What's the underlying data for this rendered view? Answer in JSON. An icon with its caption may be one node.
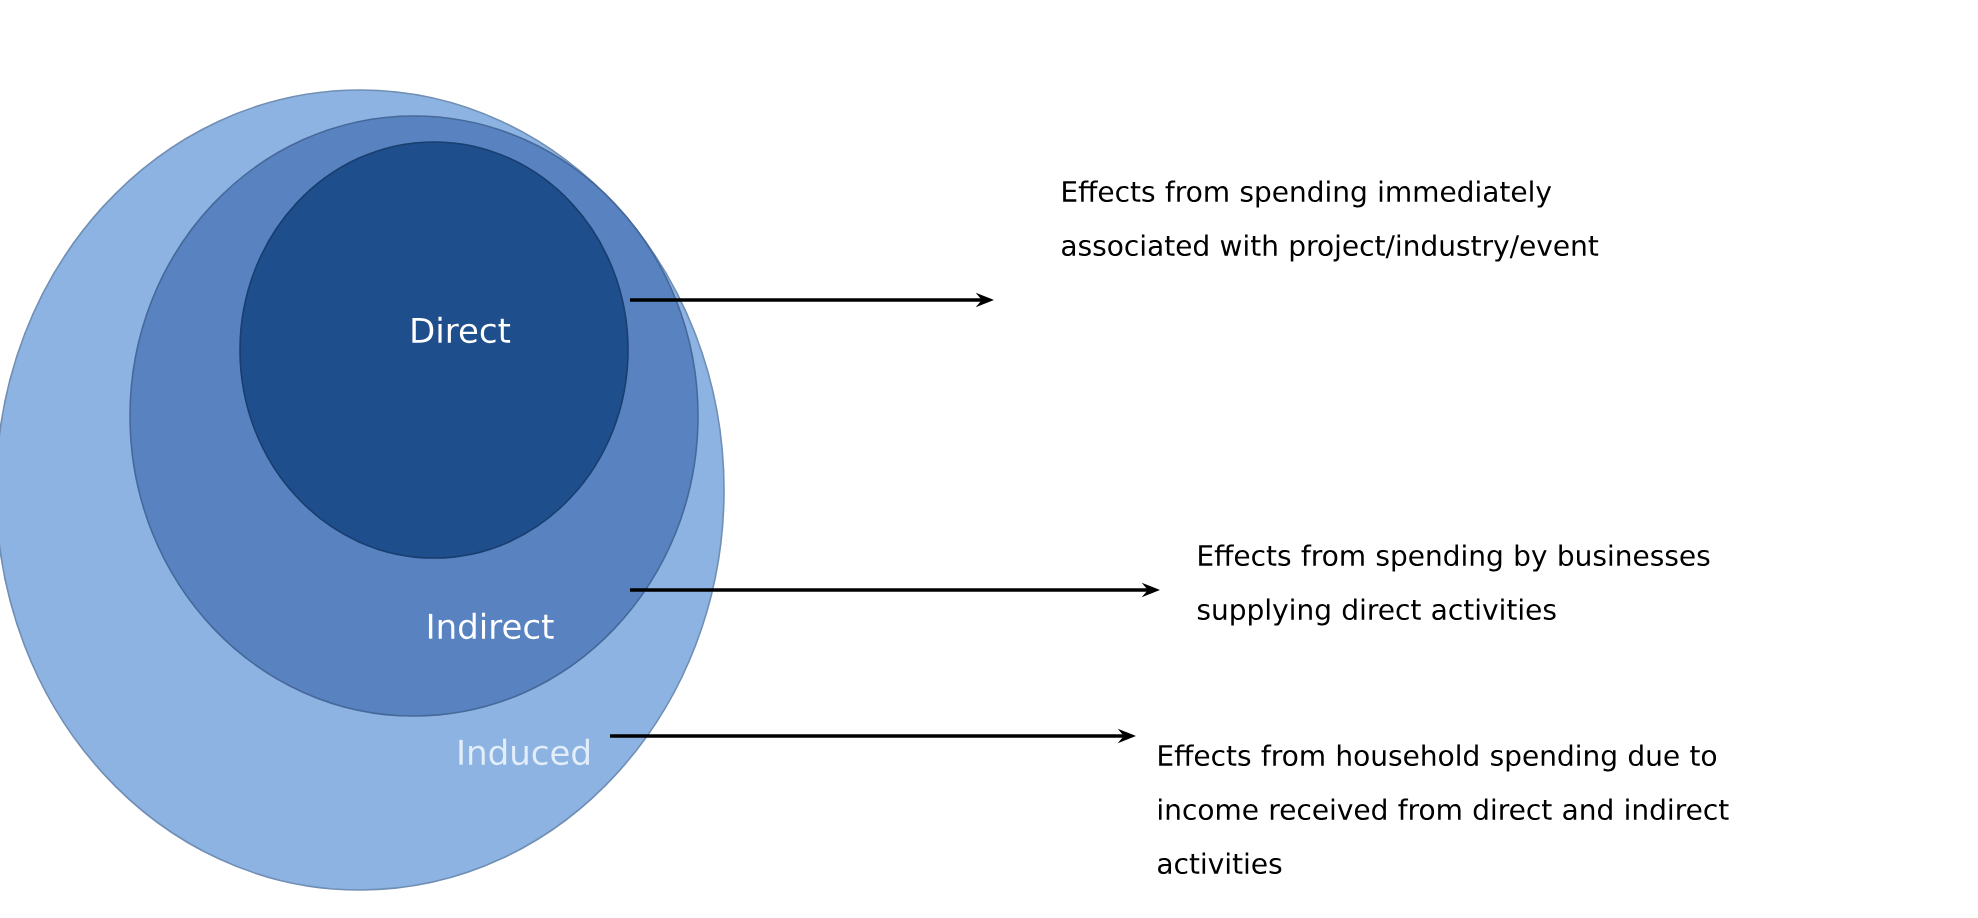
{
  "diagram": {
    "nodes": [
      {
        "text": [
          "Induced"
        ]
      },
      {
        "text": [
          "Indirect"
        ],
        "in": 0
      },
      {
        "text": [
          "Direct"
        ],
        "in": 1
      },
      {
        "text": [
          "Effects from spending immediately associated with project/industry/event"
        ]
      },
      {
        "text": [
          "Effects from spending by businesses supplying direct activities"
        ]
      },
      {
        "text": [
          "Effects from household spending due to income received from direct and indirect activities"
        ]
      }
    ],
    "edges": [
      {
        "from": 2,
        "to": 3,
        "arrow": "to"
      },
      {
        "from": 1,
        "to": 4,
        "arrow": "to"
      },
      {
        "from": 0,
        "to": 5,
        "arrow": "to"
      }
    ]
  }
}
